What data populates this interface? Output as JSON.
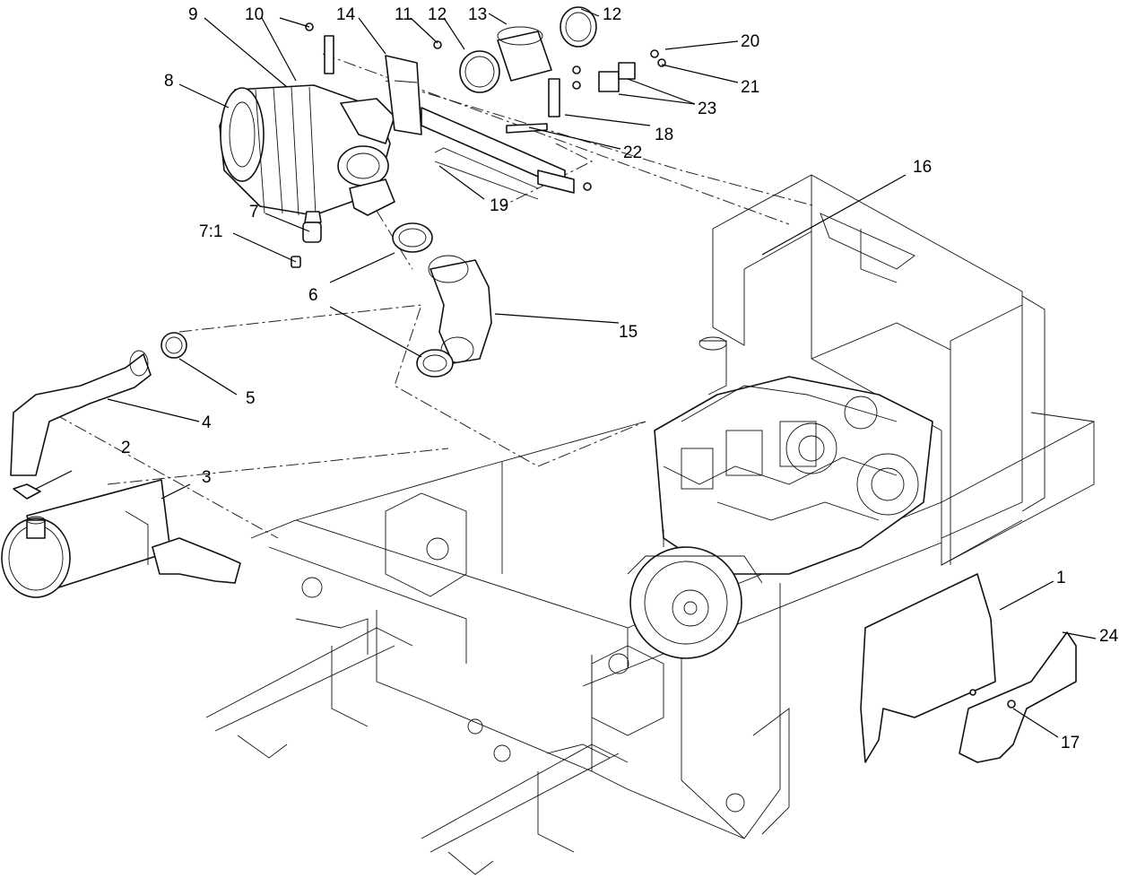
{
  "callouts": {
    "c1": "1",
    "c2": "2",
    "c3": "3",
    "c4": "4",
    "c5": "5",
    "c6a": "6",
    "c6b": "6",
    "c7": "7",
    "c7_1": "7:1",
    "c8": "8",
    "c9": "9",
    "c10": "10",
    "c11": "11",
    "c12a": "12",
    "c12b": "12",
    "c13": "13",
    "c14": "14",
    "c15": "15",
    "c16": "16",
    "c17": "17",
    "c18": "18",
    "c19": "19",
    "c20": "20",
    "c21": "21",
    "c22": "22",
    "c23": "23",
    "c24": "24"
  },
  "colors": {
    "line": "#111111",
    "background": "#ffffff"
  }
}
